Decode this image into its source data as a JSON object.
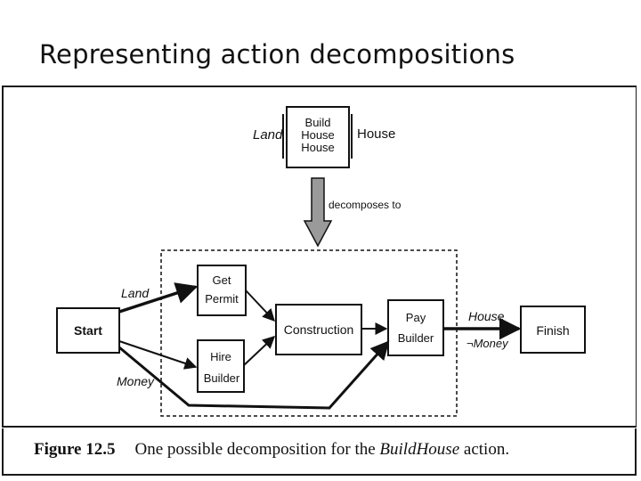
{
  "slide": {
    "title": "Representing action decompositions"
  },
  "top": {
    "input": "Land",
    "action": [
      "Build",
      "House",
      "House"
    ],
    "output": "House",
    "arrow_label": "decomposes to"
  },
  "nodes": {
    "start": "Start",
    "get_permit": [
      "Get",
      "Permit"
    ],
    "hire_builder": [
      "Hire",
      "Builder"
    ],
    "construction": "Construction",
    "pay_builder": [
      "Pay",
      "Builder"
    ],
    "finish": "Finish"
  },
  "edge_labels": {
    "land": "Land",
    "money": "Money",
    "house": "House",
    "not_money": "¬Money"
  },
  "caption": {
    "number": "Figure 12.5",
    "text_before": "One possible decomposition for the",
    "action": "BuildHouse",
    "text_after": "action."
  }
}
